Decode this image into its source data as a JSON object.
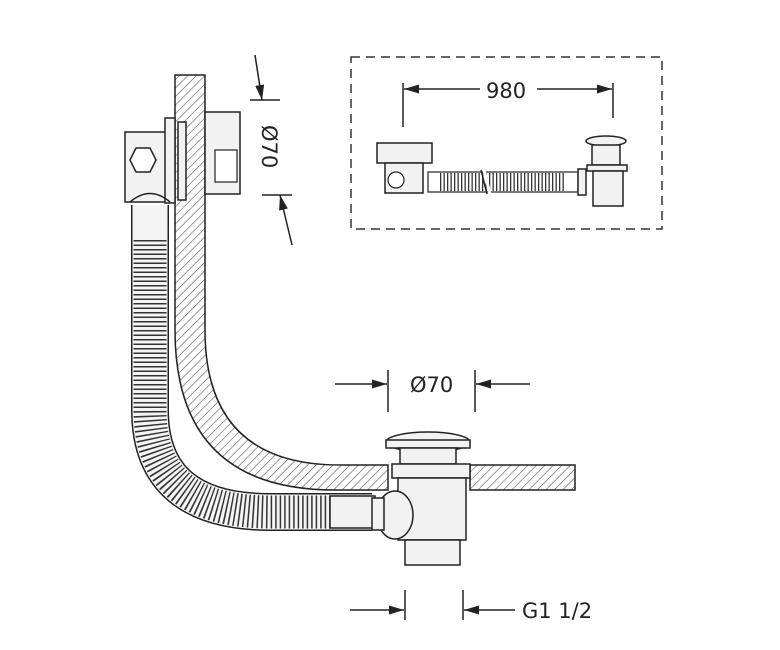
{
  "drawing": {
    "title": "Bath waste and overflow set",
    "inset": {
      "length_label": "980"
    },
    "dimensions": {
      "overflow_diameter": "Ø70",
      "drain_diameter": "Ø70",
      "thread": "G1 1/2"
    },
    "colors": {
      "line": "#222222",
      "hatch": "#555555",
      "background": "#ffffff"
    }
  }
}
